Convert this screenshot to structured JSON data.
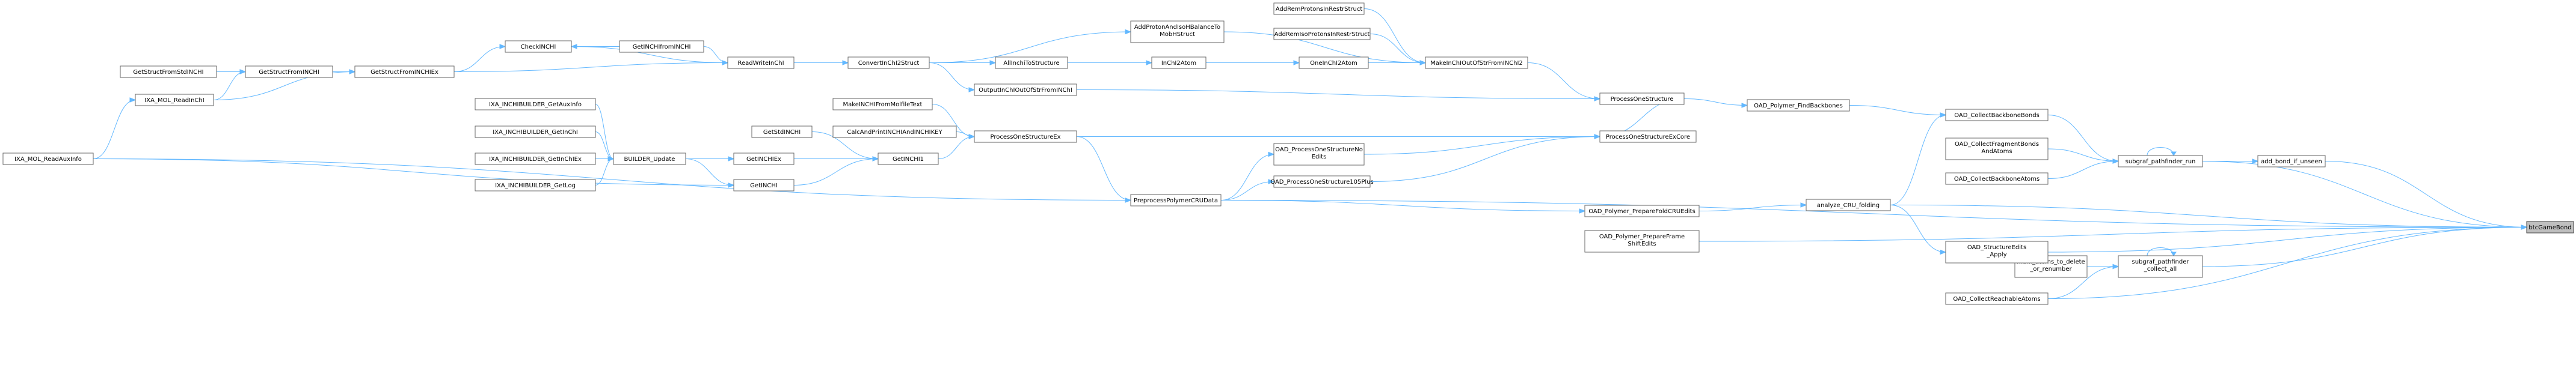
{
  "nodes": {
    "btcompare": [
      "btcGameBond"
    ],
    "addbond": [
      "add_bond_if_unseen"
    ],
    "sgrun": [
      "subgraf_pathfinder_run"
    ],
    "sgcollect": [
      "subgraf_pathfinder",
      "_collect_all"
    ],
    "markatoms": [
      "mark_atoms_to_delete",
      "_or_renumber"
    ],
    "collectbb": [
      "OAD_CollectBackboneBonds"
    ],
    "collectfrag": [
      "OAD_CollectFragmentBonds",
      "AndAtoms"
    ],
    "collectbba": [
      "OAD_CollectBackboneAtoms"
    ],
    "collectreach": [
      "OAD_CollectReachableAtoms"
    ],
    "structedits": [
      "OAD_StructureEdits",
      "_Apply"
    ],
    "analyzecru": [
      "analyze_CRU_folding"
    ],
    "prepfold": [
      "OAD_Polymer_PrepareFoldCRUEdits"
    ],
    "prepframe": [
      "OAD_Polymer_PrepareFrame",
      "ShiftEdits"
    ],
    "findbb": [
      "OAD_Polymer_FindBackbones"
    ],
    "procone": [
      "ProcessOneStructure"
    ],
    "proconeex": [
      "ProcessOneStructureExCore"
    ],
    "makeichi": [
      "MakeInChIOutOfStrFromINChI2"
    ],
    "procnoedits": [
      "OAD_ProcessOneStructureNo",
      "Edits"
    ],
    "proc105": [
      "OAD_ProcessOneStructure105Plus"
    ],
    "prepcru": [
      "PreprocessPolymerCRUData"
    ],
    "procex": [
      "ProcessOneStructureEx"
    ],
    "addremp": [
      "AddRemProtonsInRestrStruct"
    ],
    "addprot": [
      "AddProtonAndIsoHBalanceTo",
      "MobHStruct"
    ],
    "addremiso": [
      "AddRemIsoProtonsInRestrStruct"
    ],
    "oneinchi": [
      "OneInChI2Atom"
    ],
    "inchi2atom": [
      "InChI2Atom"
    ],
    "allinchi": [
      "AllInchiToStructure"
    ],
    "convert": [
      "ConvertInChI2Struct"
    ],
    "output": [
      "OutputInChIOutOfStrFromINChI"
    ],
    "readwrite": [
      "ReadWriteInChI"
    ],
    "getinchi1": [
      "GetINCHI1"
    ],
    "getstdinchi": [
      "GetStdINCHI"
    ],
    "calcprint": [
      "CalcAndPrintINCHIAndINCHIKEY"
    ],
    "makefrommol": [
      "MakeINCHIFromMolfileText"
    ],
    "getinchiex": [
      "GetINCHIEx"
    ],
    "getinchi": [
      "GetINCHI"
    ],
    "builder": [
      "BUILDER_Update"
    ],
    "ixaaux": [
      "IXA_INCHIBUILDER_GetAuxInfo"
    ],
    "ixainchi": [
      "IXA_INCHIBUILDER_GetInChI"
    ],
    "ixainchiex": [
      "IXA_INCHIBUILDER_GetInChIEx"
    ],
    "ixalog": [
      "IXA_INCHIBUILDER_GetLog"
    ],
    "checkinchi": [
      "CheckINCHI"
    ],
    "getinchifrom": [
      "GetINCHIfromINCHI"
    ],
    "getstructex": [
      "GetStructFromINCHIEx"
    ],
    "getstruct": [
      "GetStructFromINCHI"
    ],
    "getstructstd": [
      "GetStructFromStdINCHI"
    ],
    "readinchi": [
      "IXA_MOL_ReadInChI"
    ],
    "readaux": [
      "IXA_MOL_ReadAuxInfo"
    ]
  }
}
